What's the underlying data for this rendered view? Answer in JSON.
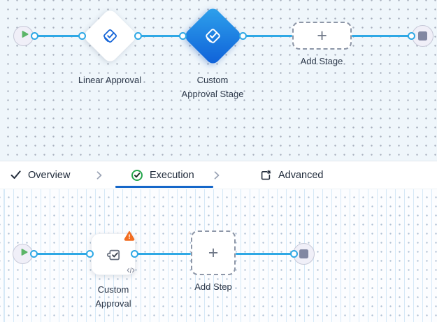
{
  "stage_canvas": {
    "linear_approval_label": "Linear Approval",
    "custom_stage_label": "Custom Approval Stage",
    "add_stage_label": "Add Stage",
    "plus_glyph": "+"
  },
  "tab_bar": {
    "overview_label": "Overview",
    "execution_label": "Execution",
    "advanced_label": "Advanced"
  },
  "step_canvas": {
    "custom_step_label": "Custom Approval",
    "add_step_label": "Add Step",
    "plus_glyph": "+"
  },
  "icons": {
    "start_node": "play-icon",
    "end_node": "stop-icon",
    "stage_node": "approval-diamond-check-icon",
    "step_node": "puzzle-check-icon",
    "step_warning": "warning-triangle-icon",
    "step_code": "code-icon",
    "overview_tab": "check-icon",
    "execution_tab": "check-circle-icon",
    "advanced_tab": "page-gear-icon",
    "tab_separator": "chevron-right-icon"
  },
  "colors": {
    "connector_blue": "#2EA8E5",
    "active_tab_underline": "#1567C9",
    "selected_stage_gradient_start": "#2FA3EC",
    "selected_stage_gradient_end": "#0E5FD8",
    "success_green": "#27A74E",
    "warning_orange": "#F26D21",
    "play_green": "#5CB568",
    "stage_canvas_bg": "#EFF6FB",
    "step_canvas_bg": "#FCFDFF"
  }
}
